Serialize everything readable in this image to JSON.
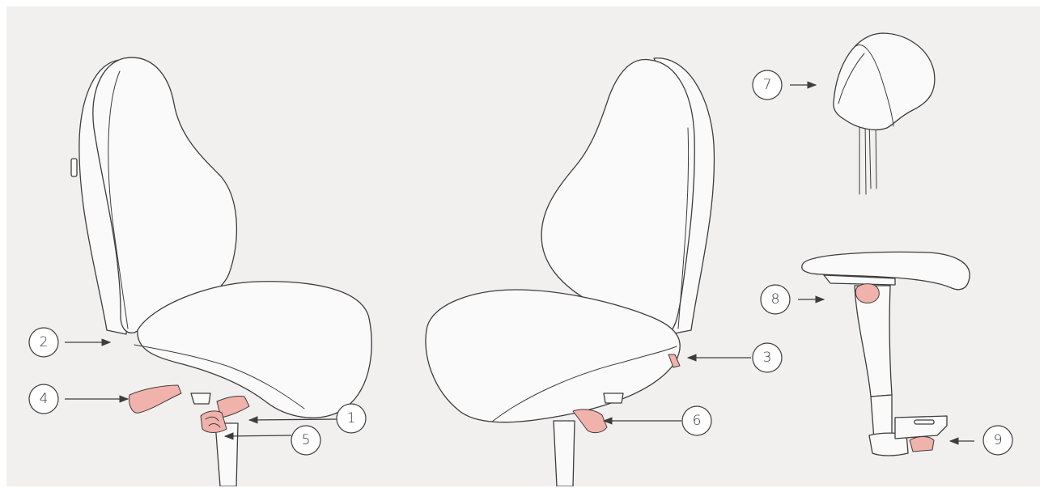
{
  "diagram": {
    "background": "#f1f0ef",
    "lever_color": "#f0b2ab",
    "line_color": "#3d3d3d",
    "callouts": [
      {
        "id": "c1",
        "label": "1",
        "direction": "left"
      },
      {
        "id": "c2",
        "label": "2",
        "direction": "right"
      },
      {
        "id": "c3",
        "label": "3",
        "direction": "left"
      },
      {
        "id": "c4",
        "label": "4",
        "direction": "right"
      },
      {
        "id": "c5",
        "label": "5",
        "direction": "left"
      },
      {
        "id": "c6",
        "label": "6",
        "direction": "left"
      },
      {
        "id": "c7",
        "label": "7",
        "direction": "right"
      },
      {
        "id": "c8",
        "label": "8",
        "direction": "right"
      },
      {
        "id": "c9",
        "label": "9",
        "direction": "left"
      }
    ]
  }
}
